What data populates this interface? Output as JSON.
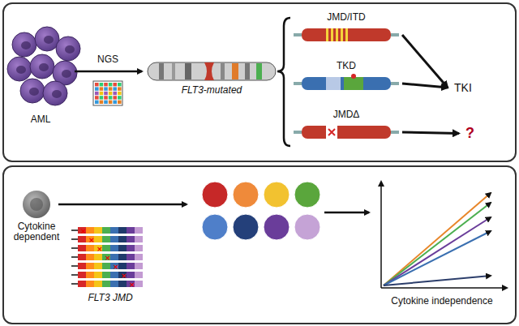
{
  "diagram": {
    "nodes": [
      {
        "text": [
          "JMD/ITD"
        ]
      },
      {
        "text": [
          "TKD"
        ]
      },
      {
        "text": [
          "JMDΔ"
        ]
      },
      {
        "text": [
          "TKI"
        ]
      },
      {
        "text": [
          "?"
        ]
      }
    ],
    "edges": [
      {
        "from": 0,
        "to": 3,
        "arrow": "to"
      },
      {
        "from": 1,
        "to": 3,
        "arrow": "to"
      },
      {
        "from": 2,
        "to": 4,
        "arrow": "to"
      }
    ],
    "labels": [
      "AML",
      "NGS",
      "FLT3-mutated",
      "Cytokine dependent",
      "FLT3 JMD",
      "Cytokine independence"
    ]
  }
}
